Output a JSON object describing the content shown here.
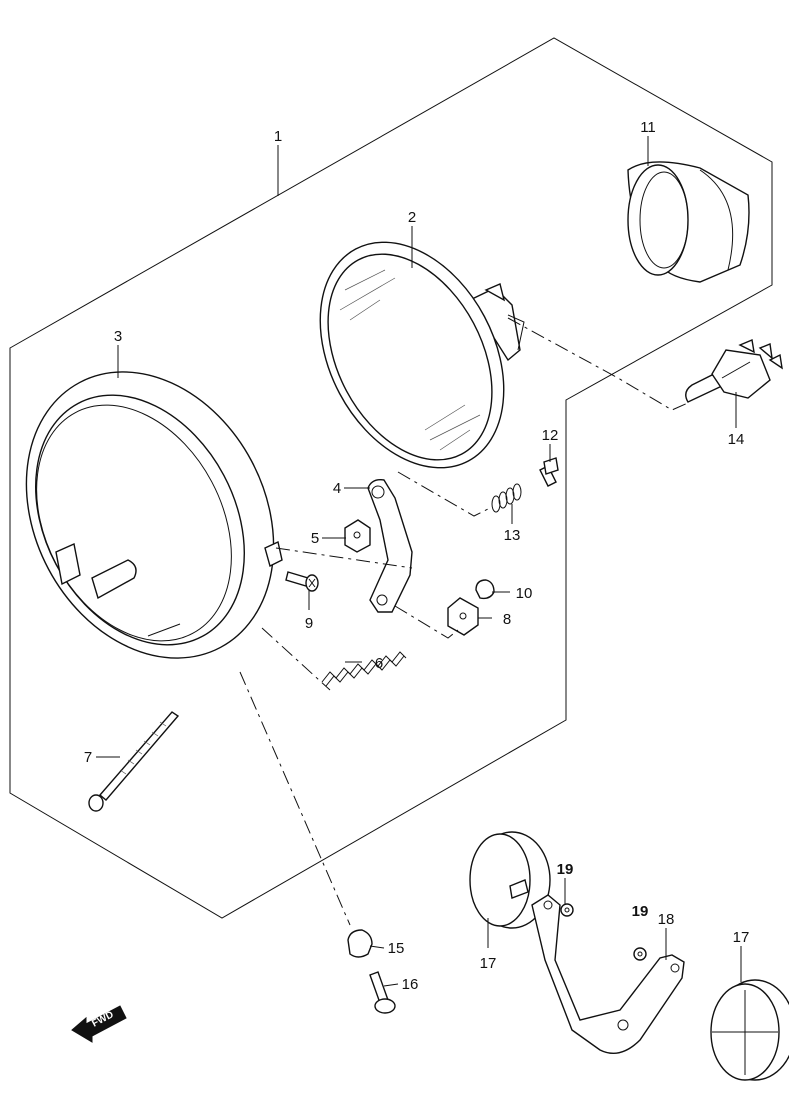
{
  "diagram": {
    "callouts": [
      {
        "id": "1",
        "label": "1"
      },
      {
        "id": "2",
        "label": "2"
      },
      {
        "id": "3",
        "label": "3"
      },
      {
        "id": "4",
        "label": "4"
      },
      {
        "id": "5",
        "label": "5"
      },
      {
        "id": "6",
        "label": "6"
      },
      {
        "id": "7",
        "label": "7"
      },
      {
        "id": "8",
        "label": "8"
      },
      {
        "id": "9",
        "label": "9"
      },
      {
        "id": "10",
        "label": "10"
      },
      {
        "id": "11",
        "label": "11"
      },
      {
        "id": "12",
        "label": "12"
      },
      {
        "id": "13",
        "label": "13"
      },
      {
        "id": "14",
        "label": "14"
      },
      {
        "id": "15",
        "label": "15"
      },
      {
        "id": "16",
        "label": "16"
      },
      {
        "id": "17a",
        "label": "17"
      },
      {
        "id": "17b",
        "label": "17"
      },
      {
        "id": "18",
        "label": "18"
      },
      {
        "id": "19a",
        "label": "19"
      },
      {
        "id": "19b",
        "label": "19"
      }
    ],
    "direction_badge": "FWD",
    "colors": {
      "line": "#111111",
      "background": "#ffffff"
    }
  }
}
